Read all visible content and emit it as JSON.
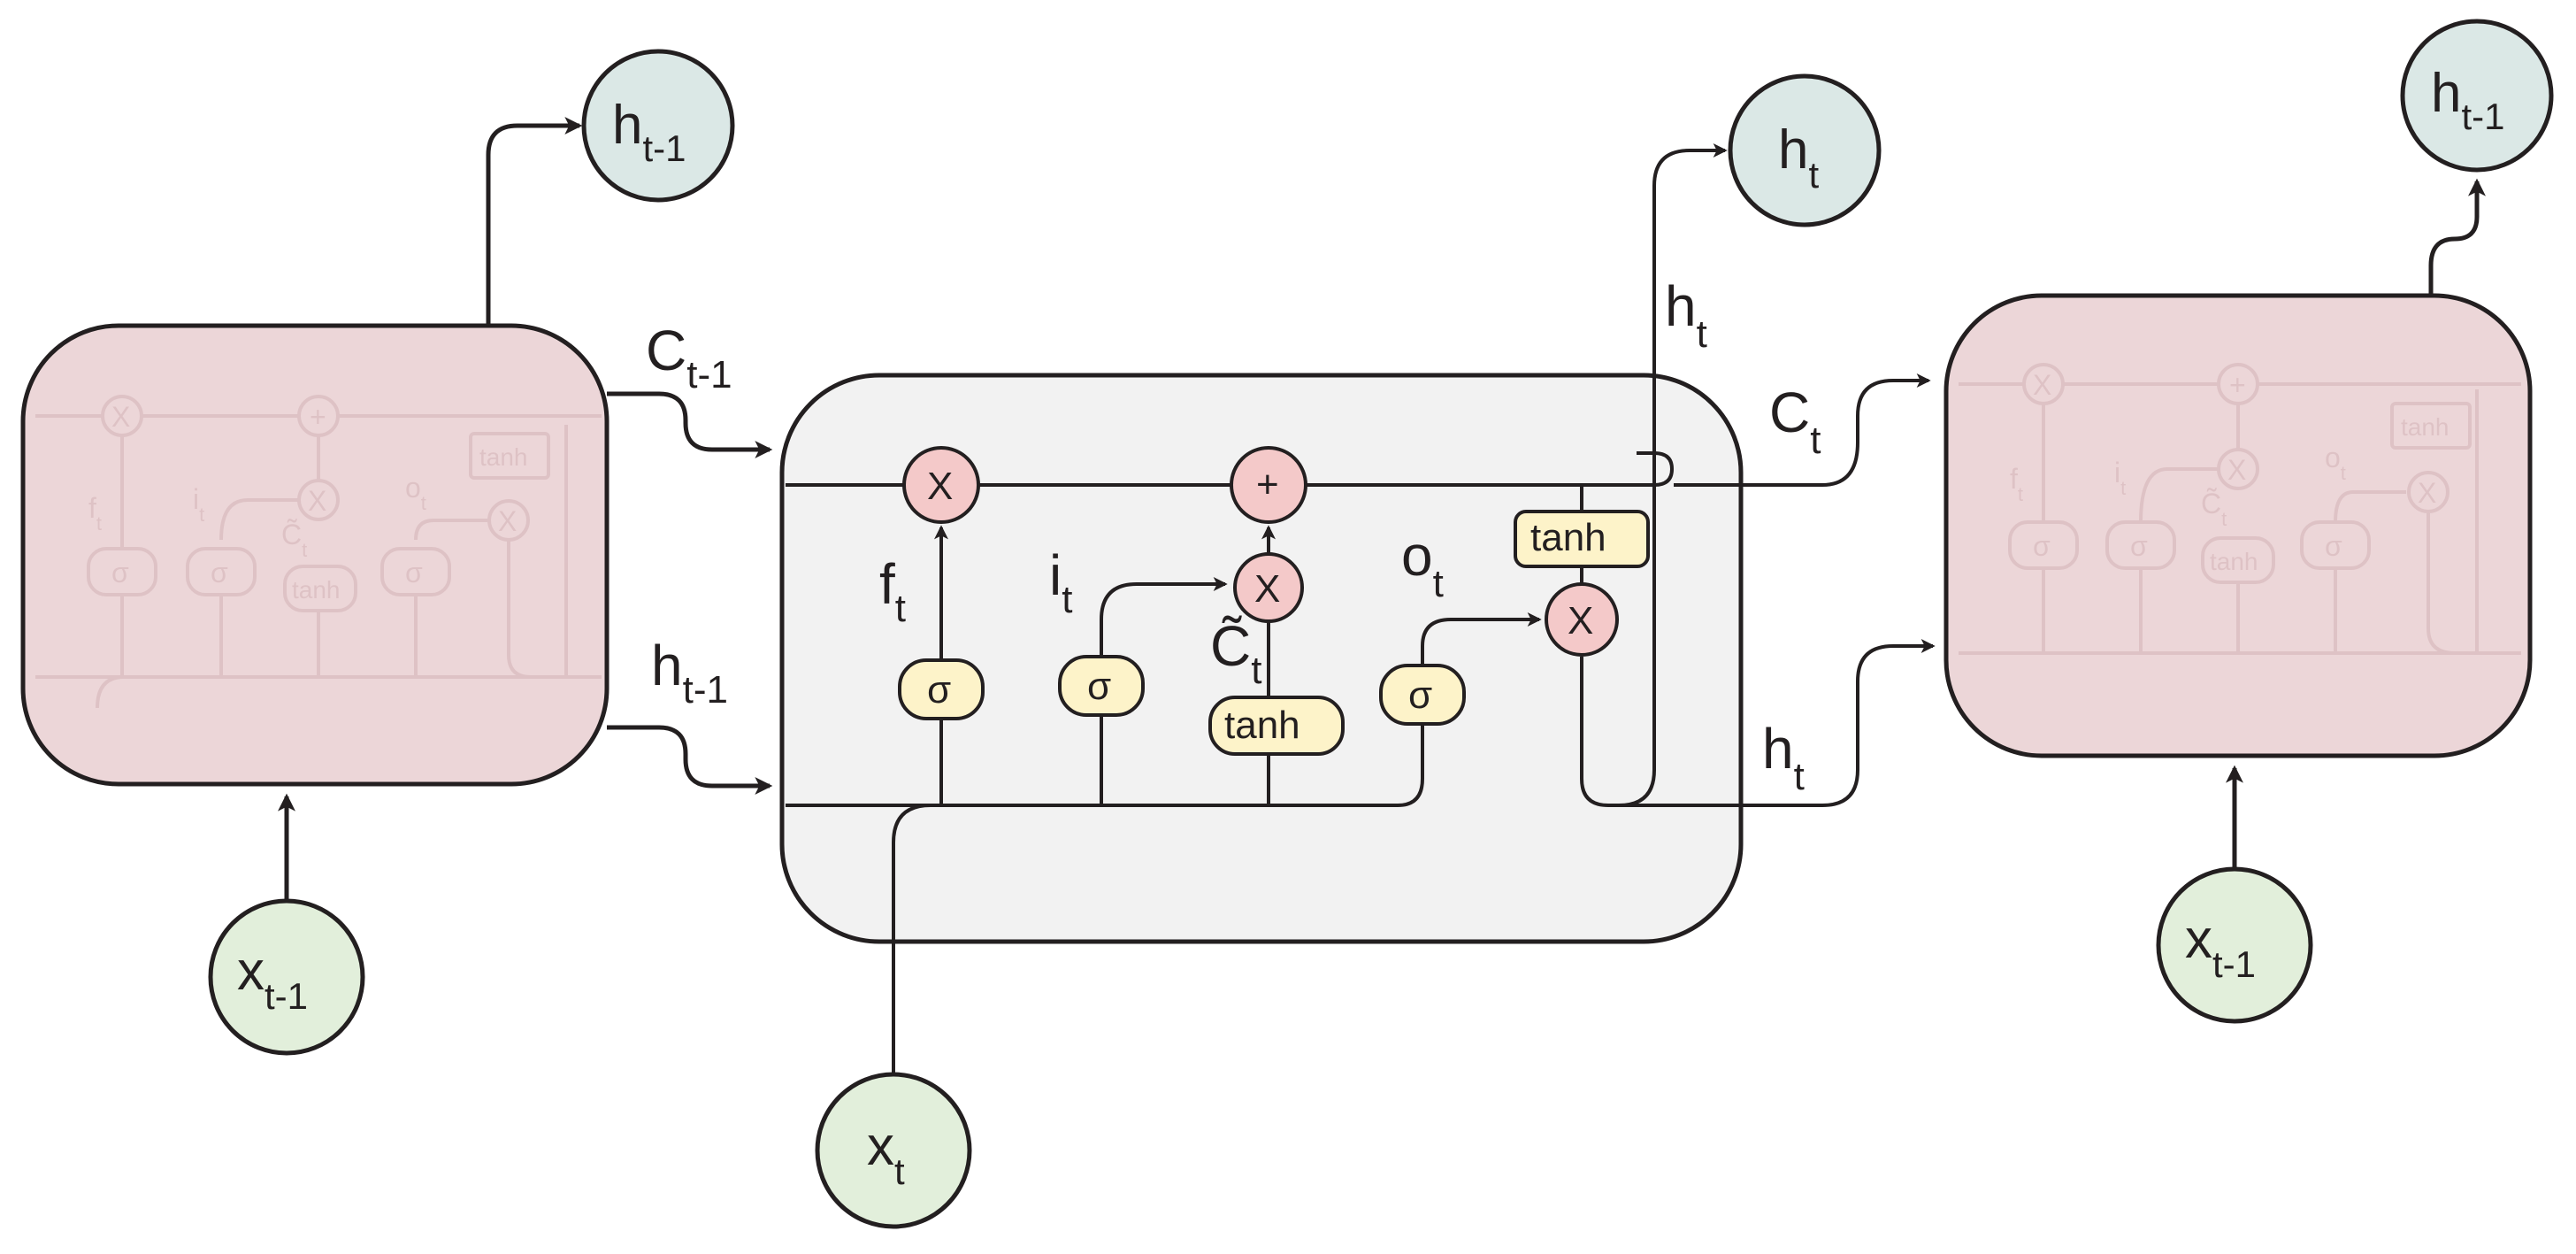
{
  "colors": {
    "stroke": "#231f20",
    "side_cell_fill": "#ecd6d8",
    "center_cell_fill": "#f2f2f2",
    "gate_fill": "#fdf3c9",
    "gate_stroke": "#231f20",
    "op_fill": "#f4c9c9",
    "input_fill": "#e2efdb",
    "hidden_fill": "#dbe8e6"
  },
  "left_cell": {
    "out_h": {
      "base": "h",
      "sub": "t-1"
    },
    "in_x": {
      "base": "x",
      "sub": "t-1"
    },
    "c_label": {
      "base": "C",
      "sub": "t-1"
    },
    "h_label": {
      "base": "h",
      "sub": "t-1"
    },
    "ghost": {
      "f": {
        "base": "f",
        "sub": "t"
      },
      "i": {
        "base": "i",
        "sub": "t"
      },
      "c": {
        "base": "C̃",
        "sub": "t"
      },
      "o": {
        "base": "o",
        "sub": "t"
      },
      "sigma": "σ",
      "tanh": "tanh",
      "times": "X",
      "plus": "+"
    }
  },
  "center_cell": {
    "forget": {
      "base": "f",
      "sub": "t"
    },
    "input": {
      "base": "i",
      "sub": "t"
    },
    "candidate": {
      "base": "C̃",
      "sub": "t"
    },
    "output": {
      "base": "o",
      "sub": "t"
    },
    "sigma": "σ",
    "tanh_gate": "tanh",
    "tanh_out": "tanh",
    "times": "X",
    "plus": "+",
    "in_x": {
      "base": "x",
      "sub": "t"
    },
    "out_h": {
      "base": "h",
      "sub": "t"
    },
    "h_up_label": {
      "base": "h",
      "sub": "t"
    }
  },
  "right_cell": {
    "c_label": {
      "base": "C",
      "sub": "t"
    },
    "h_label": {
      "base": "h",
      "sub": "t"
    },
    "out_h": {
      "base": "h",
      "sub": "t-1"
    },
    "in_x": {
      "base": "x",
      "sub": "t-1"
    },
    "ghost": {
      "f": {
        "base": "f",
        "sub": "t"
      },
      "i": {
        "base": "i",
        "sub": "t"
      },
      "c": {
        "base": "C̃",
        "sub": "t"
      },
      "o": {
        "base": "o",
        "sub": "t"
      },
      "sigma": "σ",
      "tanh": "tanh",
      "times": "X",
      "plus": "+"
    }
  }
}
